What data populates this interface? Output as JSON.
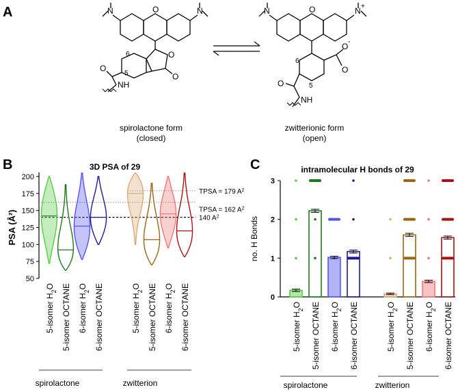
{
  "panel_labels": [
    "A",
    "B",
    "C"
  ],
  "structures": {
    "left_caption_line1": "spirolactone form",
    "left_caption_line2": "(closed)",
    "right_caption_line1": "zwitterionic form",
    "right_caption_line2": "(open)",
    "atom_O": "O",
    "atom_N": "N",
    "atom_NH": "NH",
    "pos_6": "6",
    "pos_5": "5",
    "charge_plus": "+",
    "charge_minus": "-"
  },
  "chart_data": [
    {
      "type": "violin",
      "title": "3D PSA of 29",
      "ylabel": "PSA (Å²)",
      "ylim": [
        50,
        200
      ],
      "yticks": [
        50,
        75,
        100,
        125,
        150,
        175,
        200
      ],
      "categories": [
        "5-isomer H2O",
        "5-isomer OCTANE",
        "6-isomer H2O",
        "6-isomer OCTANE",
        "5-isomer H2O",
        "5-isomer OCTANE",
        "6-isomer H2O",
        "6-isomer OCTANE"
      ],
      "medians": [
        142,
        92,
        127,
        140,
        175,
        107,
        145,
        120
      ],
      "mins": [
        72,
        62,
        78,
        100,
        100,
        70,
        95,
        82
      ],
      "maxs": [
        200,
        188,
        207,
        200,
        220,
        190,
        200,
        213
      ],
      "colors": [
        "#55cc44",
        "#1a7a1a",
        "#5555ee",
        "#1a1a99",
        "#ddaa77",
        "#996611",
        "#ee7777",
        "#aa1111"
      ],
      "filled": [
        true,
        false,
        true,
        false,
        true,
        false,
        true,
        false
      ],
      "reference_lines": [
        {
          "value": 179,
          "label": "TPSA = 179 A",
          "sup": "2",
          "style": "dotted"
        },
        {
          "value": 162,
          "label": "TPSA = 162 A",
          "sup": "2",
          "style": "dotted"
        },
        {
          "value": 140,
          "label": "140 A",
          "sup": "2",
          "style": "dashed"
        }
      ],
      "groups": [
        {
          "label": "spirolactone"
        },
        {
          "label": "zwitterion"
        }
      ]
    },
    {
      "type": "bar",
      "title": "intramolecular H bonds of 29",
      "ylabel": "no. H Bonds",
      "ylim": [
        0,
        3
      ],
      "yticks": [
        0,
        1,
        2,
        3
      ],
      "categories": [
        "5-isomer H2O",
        "5-isomer OCTANE",
        "6-isomer H2O",
        "6-isomer OCTANE",
        "5-isomer H2O",
        "5-isomer OCTANE",
        "6-isomer H2O",
        "6-isomer OCTANE"
      ],
      "values": [
        0.17,
        2.22,
        1.02,
        1.17,
        0.08,
        1.6,
        0.4,
        1.53
      ],
      "errors": [
        0.03,
        0.04,
        0.03,
        0.04,
        0.02,
        0.04,
        0.03,
        0.04
      ],
      "colors": [
        "#55cc44",
        "#1a7a1a",
        "#5555ee",
        "#1a1a99",
        "#ddaa77",
        "#996611",
        "#ee7777",
        "#aa1111"
      ],
      "filled": [
        true,
        false,
        true,
        false,
        true,
        false,
        true,
        false
      ],
      "dot_levels": [
        [
          1,
          2,
          3
        ],
        [
          1,
          2,
          3
        ],
        [
          1,
          2
        ],
        [
          1,
          2,
          3
        ],
        [
          1,
          2
        ],
        [
          1,
          2,
          3
        ],
        [
          1,
          2,
          3
        ],
        [
          1,
          2,
          3
        ]
      ],
      "groups": [
        {
          "label": "spirolactone"
        },
        {
          "label": "zwitterion"
        }
      ]
    }
  ]
}
